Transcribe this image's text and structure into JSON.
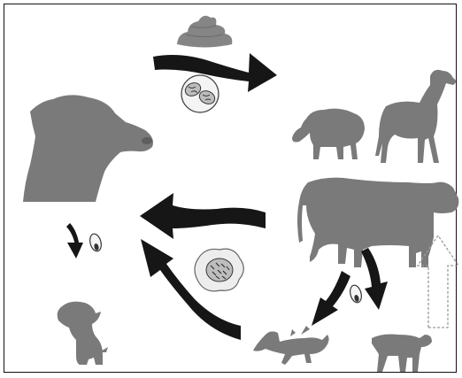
{
  "diagram": {
    "kind": "parasite life cycle (Neospora-type)",
    "colors": {
      "silhouette": "#7a7a7a",
      "arrow": "#161616",
      "feces": "#858585",
      "background": "#ffffff",
      "frame": "#111111",
      "dashed_arrow": "#9a9a9a"
    },
    "nodes": {
      "definitive_host": "dog-silhouette",
      "excreta": "feces-pile",
      "environmental_stage": "oocyst-icon",
      "intermediate_hosts": [
        "sheep-silhouette",
        "deer-silhouette",
        "cow-silhouette"
      ],
      "tissue_stage": "tissue-cyst-icon",
      "offspring": [
        "aborted-calf-silhouette",
        "calf-silhouette",
        "puppy-silhouette"
      ]
    },
    "transmission_routes": [
      "dog-to-intermediate-hosts",
      "intermediate-host-to-dog",
      "aborted-tissue-to-dog",
      "cow-to-fetus-vertical",
      "dog-to-puppy-vertical",
      "calf-to-cow-persistent-infection"
    ]
  }
}
